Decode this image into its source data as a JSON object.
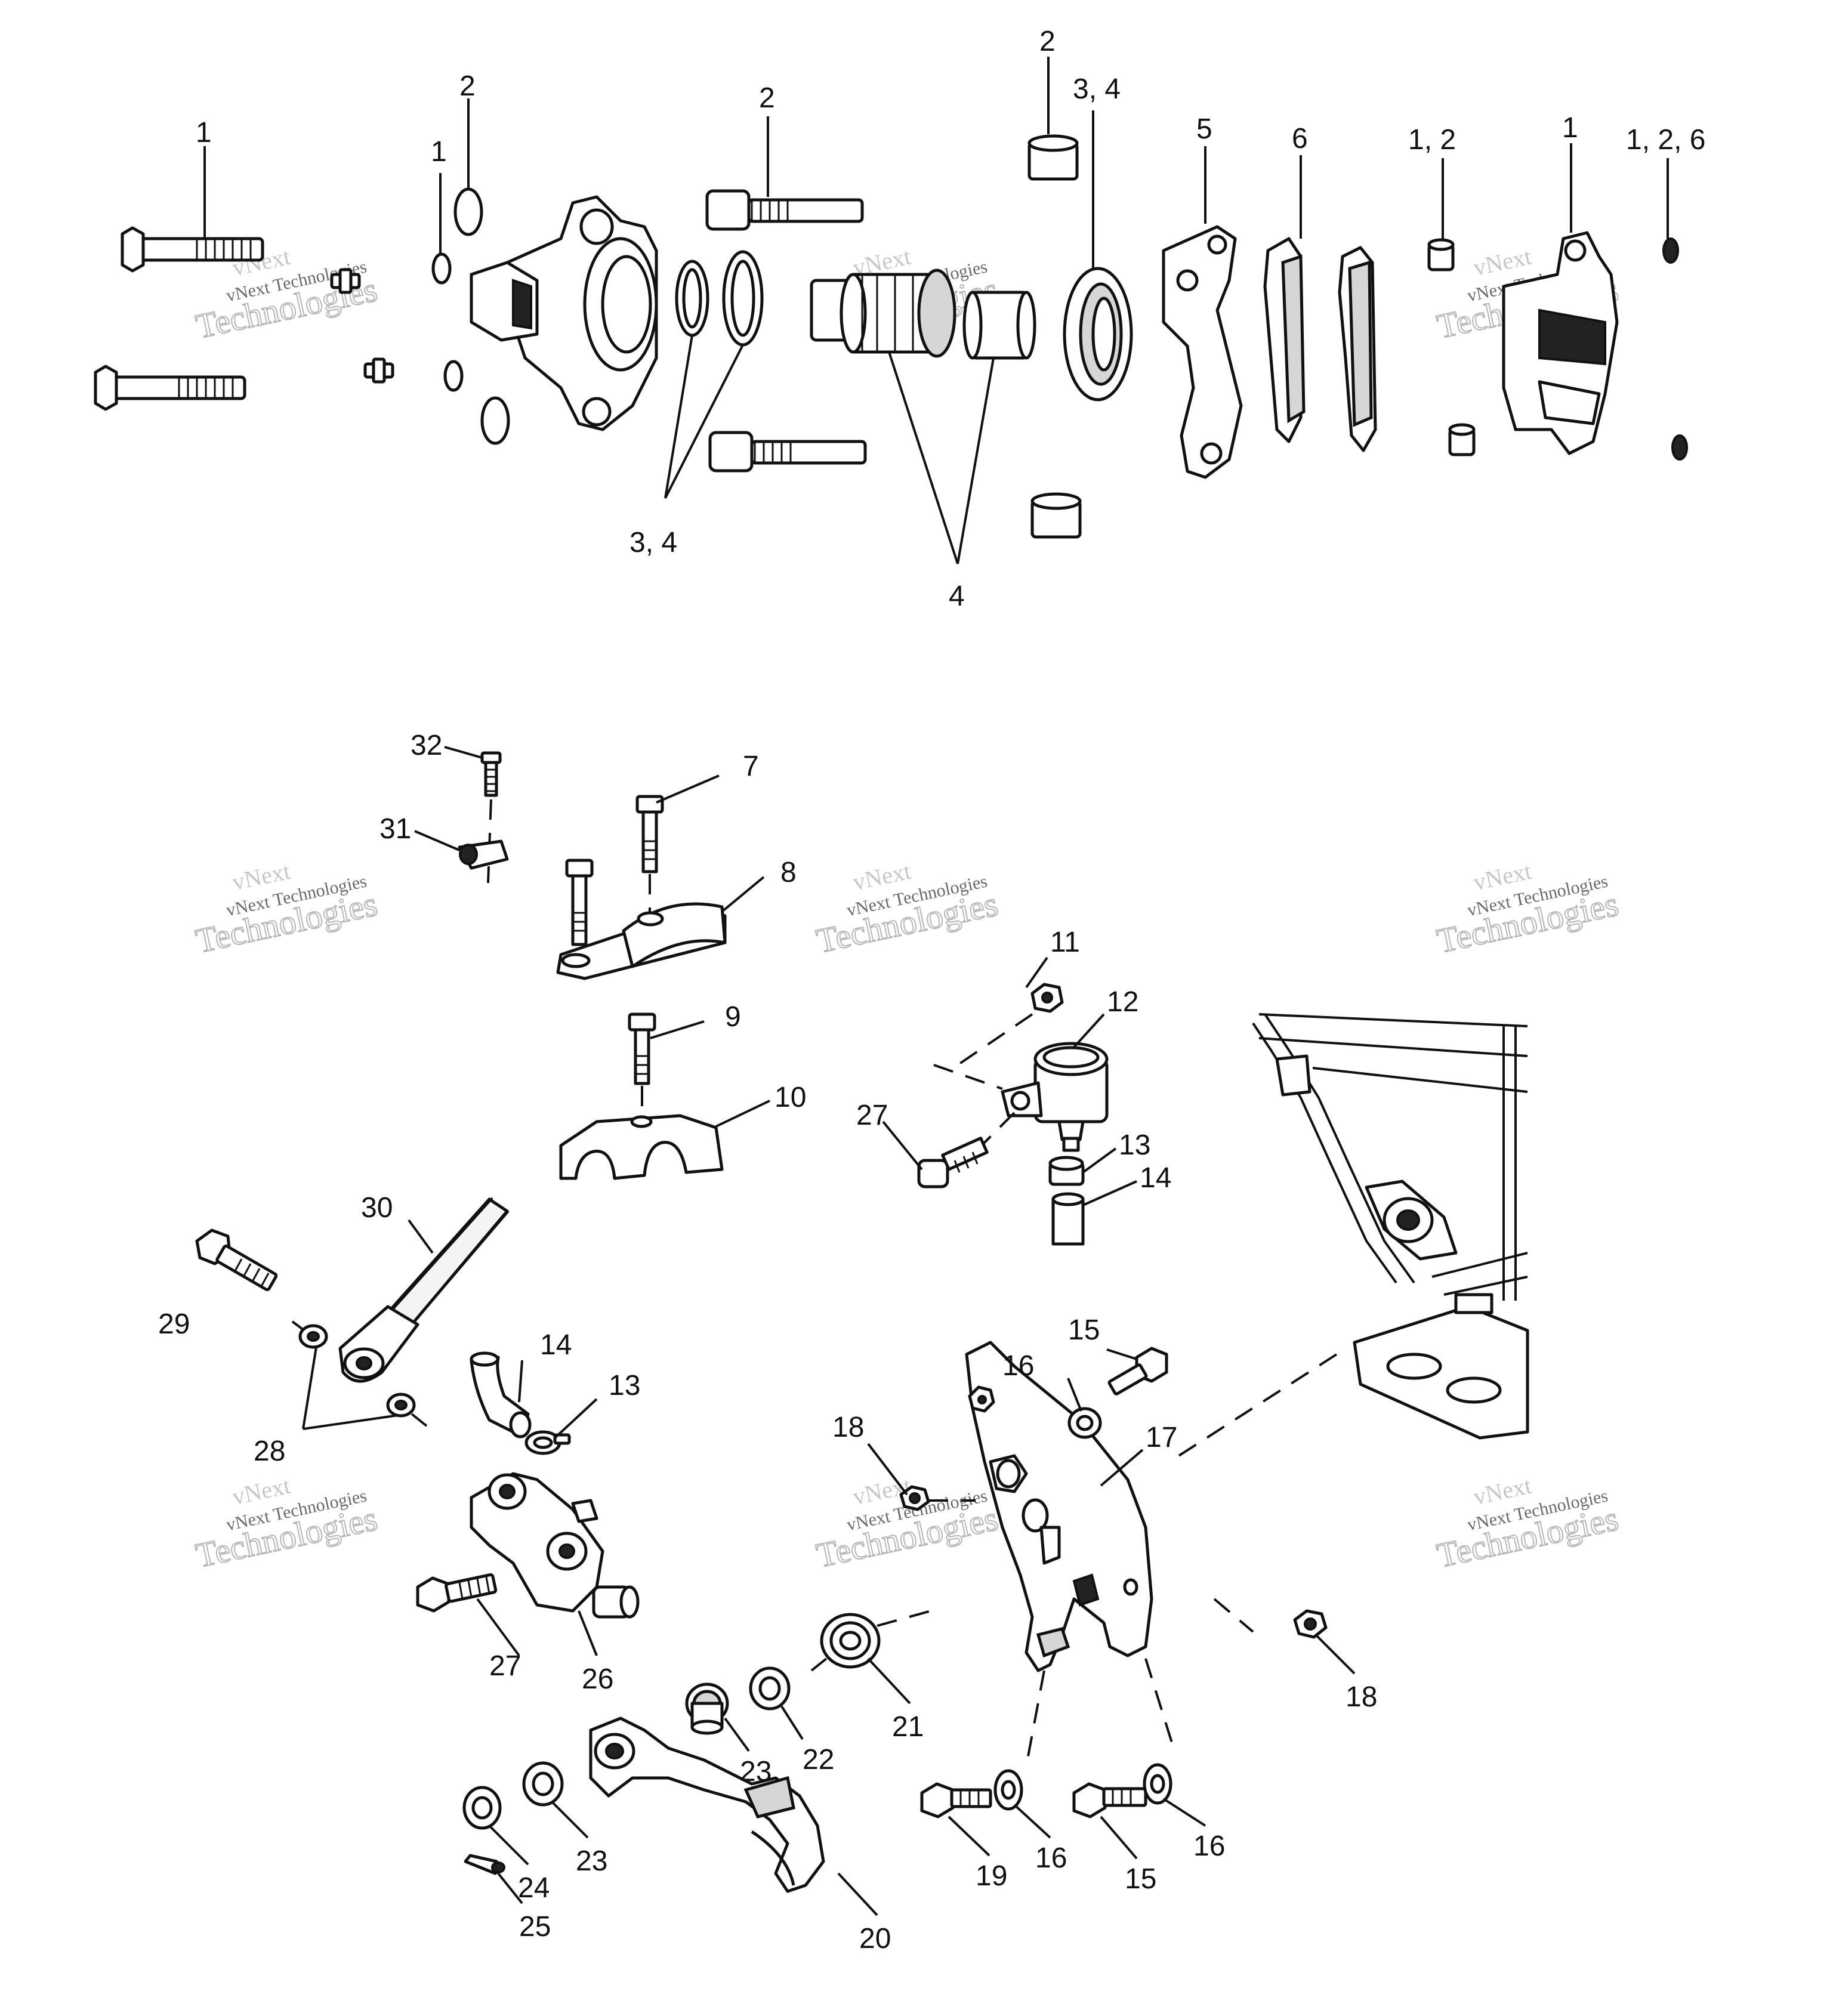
{
  "callouts": [
    {
      "id": "c1a",
      "text": "1"
    },
    {
      "id": "c2a",
      "text": "2"
    },
    {
      "id": "c1b",
      "text": "1"
    },
    {
      "id": "c2b",
      "text": "2"
    },
    {
      "id": "c2c",
      "text": "2"
    },
    {
      "id": "c34a",
      "text": "3, 4"
    },
    {
      "id": "c5",
      "text": "5"
    },
    {
      "id": "c6",
      "text": "6"
    },
    {
      "id": "c12a",
      "text": "1,  2"
    },
    {
      "id": "c1c",
      "text": "1"
    },
    {
      "id": "c126",
      "text": "1, 2, 6"
    },
    {
      "id": "c34b",
      "text": "3,  4"
    },
    {
      "id": "c4",
      "text": "4"
    },
    {
      "id": "c32",
      "text": "32"
    },
    {
      "id": "c7",
      "text": "7"
    },
    {
      "id": "c31",
      "text": "31"
    },
    {
      "id": "c8",
      "text": "8"
    },
    {
      "id": "c11",
      "text": "11"
    },
    {
      "id": "c9",
      "text": "9"
    },
    {
      "id": "c12",
      "text": "12"
    },
    {
      "id": "c10",
      "text": "10"
    },
    {
      "id": "c27a",
      "text": "27"
    },
    {
      "id": "c13a",
      "text": "13"
    },
    {
      "id": "c14a",
      "text": "14"
    },
    {
      "id": "c30",
      "text": "30"
    },
    {
      "id": "c29",
      "text": "29"
    },
    {
      "id": "c15a",
      "text": "15"
    },
    {
      "id": "c14b",
      "text": "14"
    },
    {
      "id": "c16a",
      "text": "16"
    },
    {
      "id": "c13b",
      "text": "13"
    },
    {
      "id": "c28",
      "text": "28"
    },
    {
      "id": "c18a",
      "text": "18"
    },
    {
      "id": "c17",
      "text": "17"
    },
    {
      "id": "c27b",
      "text": "27"
    },
    {
      "id": "c26",
      "text": "26"
    },
    {
      "id": "c18b",
      "text": "18"
    },
    {
      "id": "c21",
      "text": "21"
    },
    {
      "id": "c22",
      "text": "22"
    },
    {
      "id": "c23a",
      "text": "23"
    },
    {
      "id": "c23b",
      "text": "23"
    },
    {
      "id": "c24",
      "text": "24"
    },
    {
      "id": "c25",
      "text": "25"
    },
    {
      "id": "c20",
      "text": "20"
    },
    {
      "id": "c19",
      "text": "19"
    },
    {
      "id": "c16b",
      "text": "16"
    },
    {
      "id": "c15b",
      "text": "15"
    },
    {
      "id": "c16c",
      "text": "16"
    }
  ],
  "watermark": {
    "line1": "vNext",
    "line2": "vNext Technologies",
    "line3": "Technologies"
  }
}
